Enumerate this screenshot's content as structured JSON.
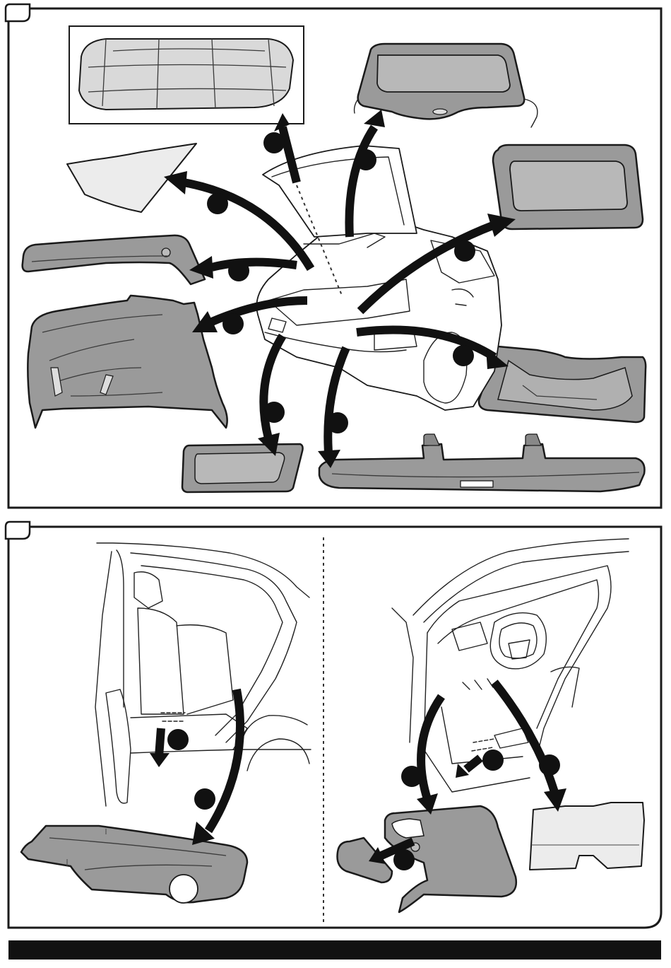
{
  "figure": {
    "panels": [
      {
        "id": "top",
        "label": ""
      },
      {
        "id": "bottom",
        "label": ""
      }
    ],
    "colors": {
      "part_fill": "#9a9a9a",
      "part_light": "#d9d9d9",
      "outline": "#1a1a1a",
      "arrow": "#111111",
      "footer_bar": "#111111"
    },
    "callout_count_top": 9,
    "callout_count_bottom": 6
  }
}
